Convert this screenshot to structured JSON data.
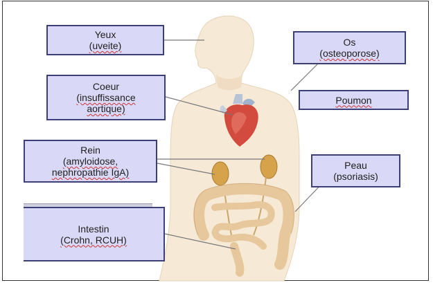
{
  "labels": {
    "yeux": {
      "line1": "Yeux",
      "line2": "(uveite)"
    },
    "coeur": {
      "line1": "Coeur",
      "line2": "(insuffissance",
      "line3": "aortique)"
    },
    "rein": {
      "line1": "Rein",
      "line2": "(amyloidose,",
      "line3": "nephropathie IgA)"
    },
    "intestin": {
      "line1": "Intestin",
      "line2": "(Crohn, RCUH)"
    },
    "os": {
      "line1": "Os",
      "line2": "(osteoporose)"
    },
    "poumon": {
      "line1": "Poumon"
    },
    "peau": {
      "line1": "Peau",
      "line2": "(psoriasis)"
    }
  },
  "colors": {
    "box_fill": "#d9d8f6",
    "box_border": "#3c3f76",
    "body_skin": "#f6ead6",
    "connector": "#777777"
  }
}
